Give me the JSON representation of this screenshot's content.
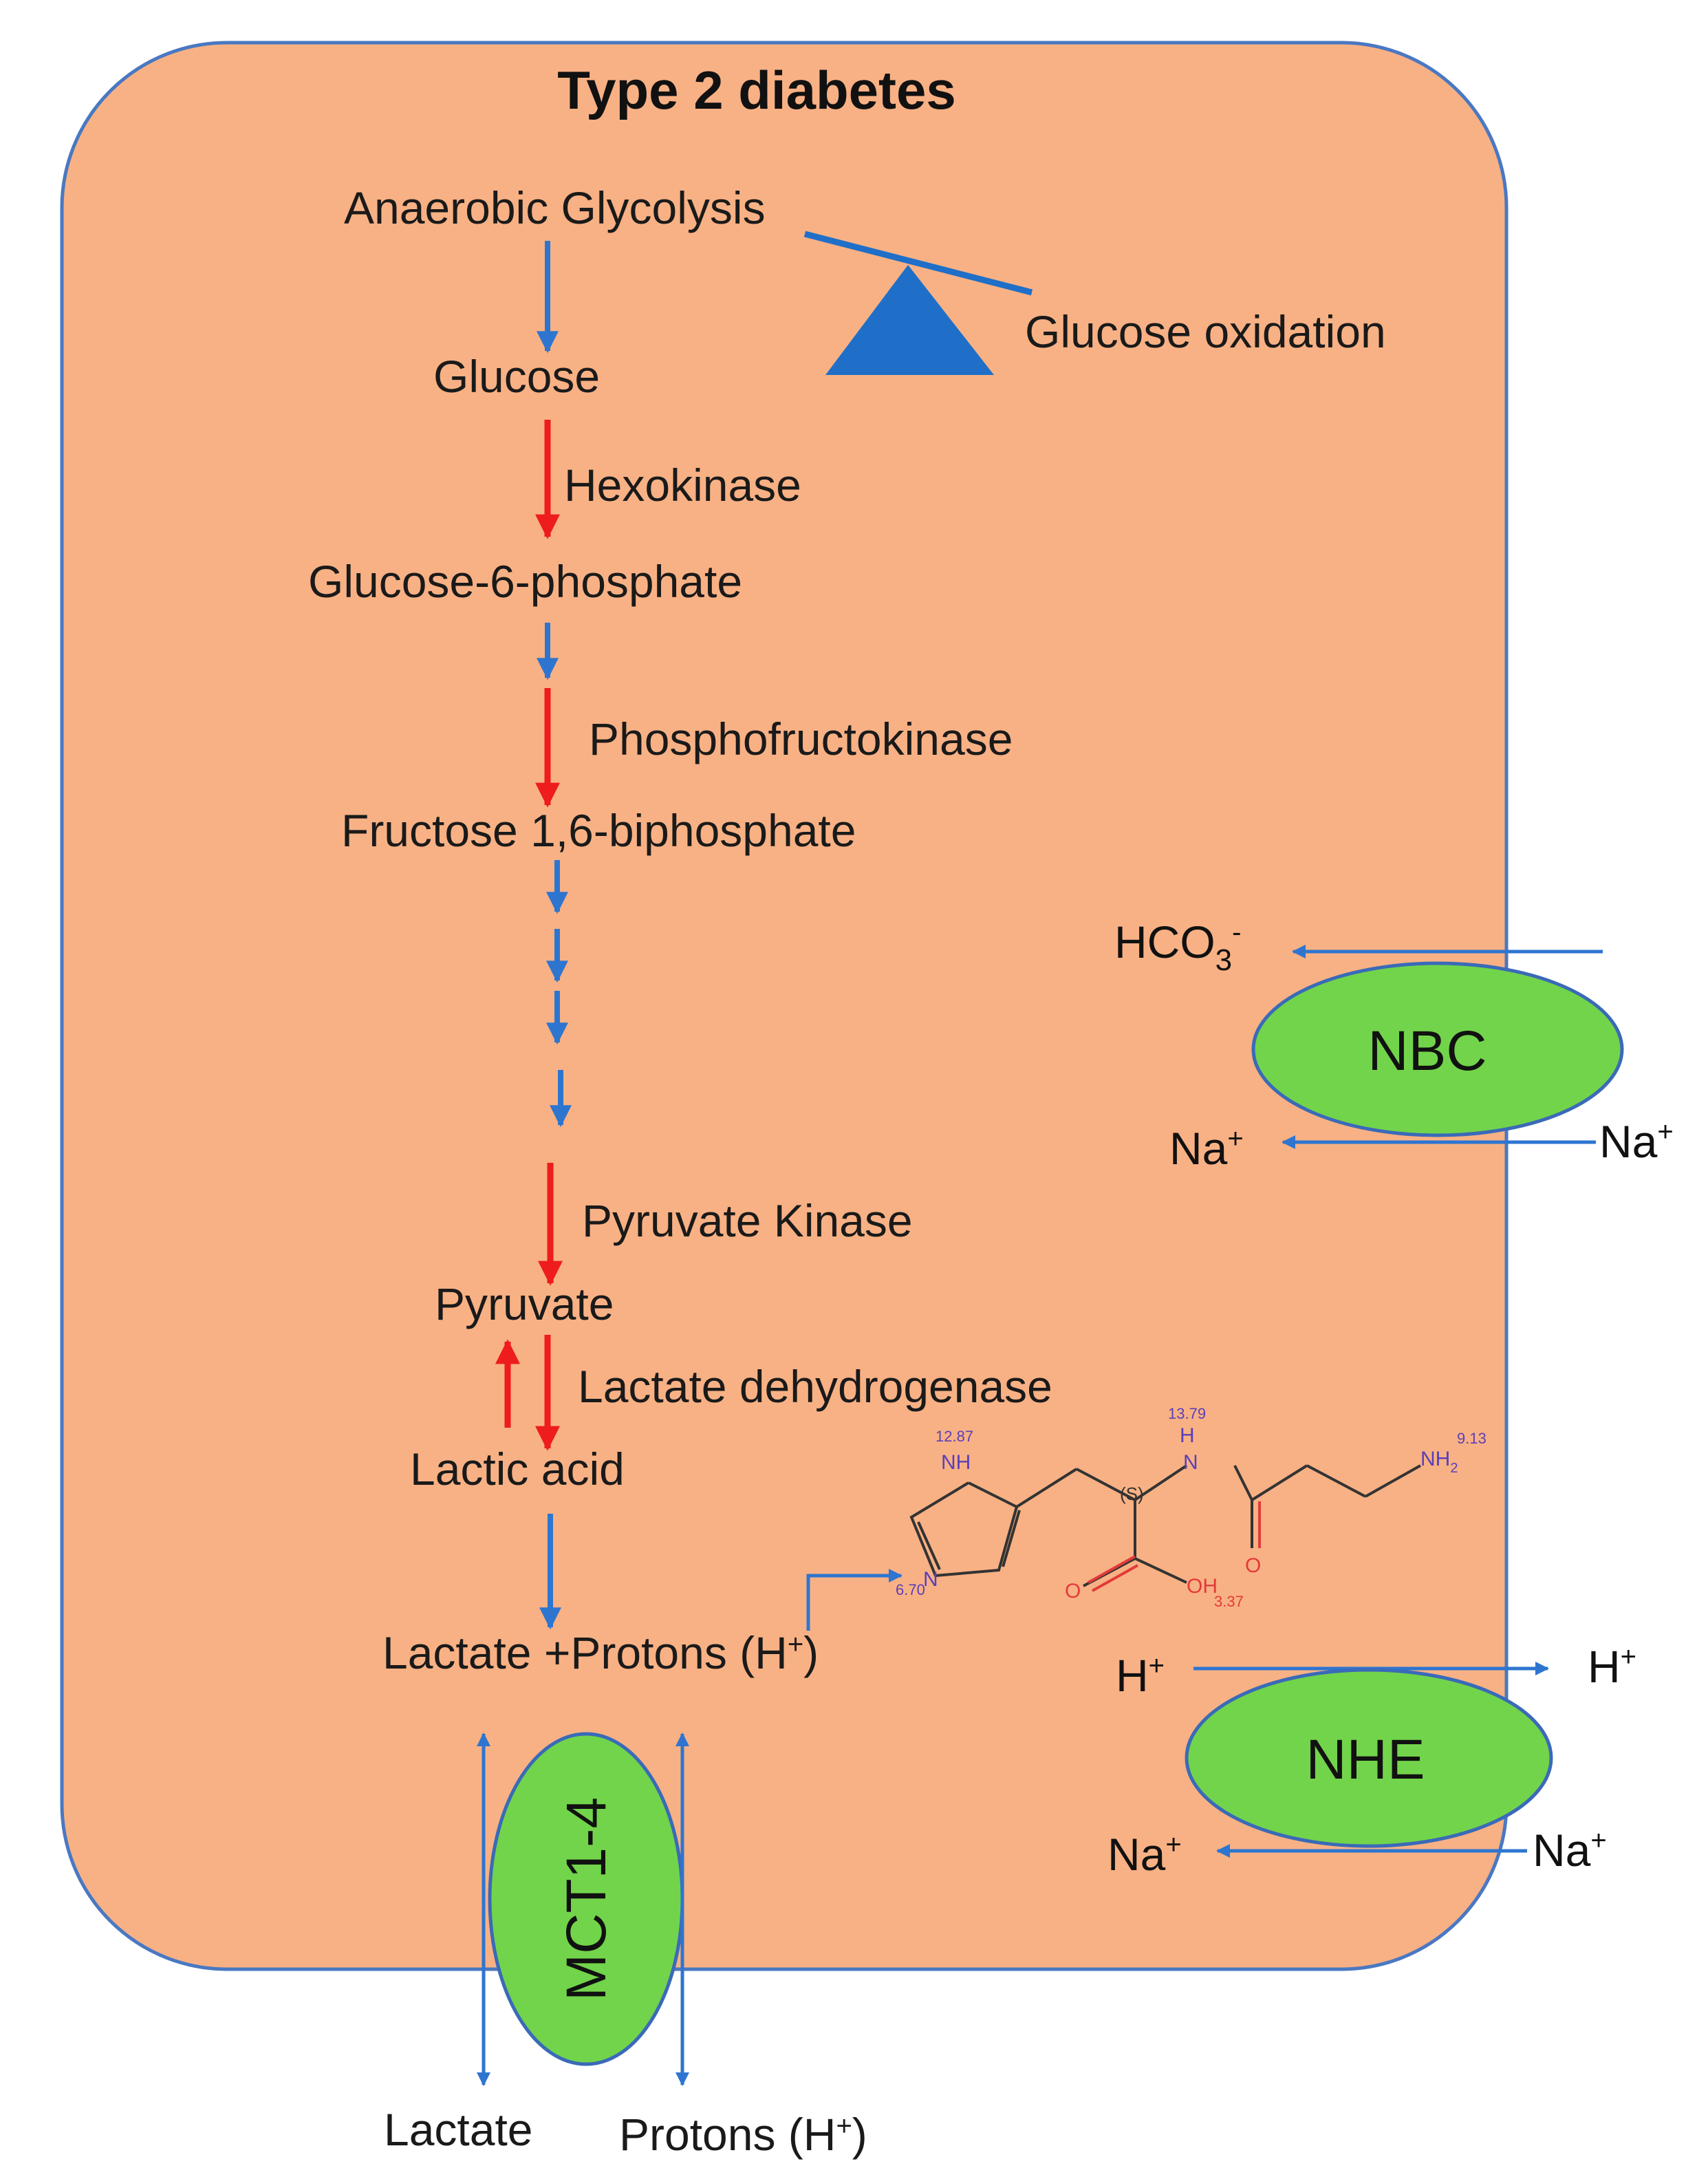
{
  "title": "Type 2 diabetes",
  "balance": {
    "left": "Anaerobic Glycolysis",
    "right": "Glucose oxidation"
  },
  "pathway": {
    "glucose": "Glucose",
    "hexokinase": "Hexokinase",
    "g6p": "Glucose-6-phosphate",
    "pfk": "Phosphofructokinase",
    "f16bp": "Fructose 1,6-biphosphate",
    "pk": "Pyruvate Kinase",
    "pyruvate": "Pyruvate",
    "ldh": "Lactate dehydrogenase",
    "lactic_acid": "Lactic acid",
    "lactate_protons": "Lactate +Protons (H",
    "plus": "+",
    "close_paren": ")"
  },
  "transporters": {
    "nbc": "NBC",
    "nhe": "NHE",
    "mct": "MCT1-4"
  },
  "ions": {
    "hco3_base": "HCO",
    "hco3_sub": "3",
    "hco3_sup": "-",
    "na": "Na",
    "h": "H",
    "plus": "+"
  },
  "outside": {
    "lactate": "Lactate",
    "protons": "Protons (H",
    "close_paren": ")"
  },
  "molecule": {
    "nh_ring": "NH",
    "n_ring": "N",
    "h_amide": "H",
    "n_amide": "N",
    "stereo": "(S)",
    "nh2": "NH",
    "nh2_sub": "2",
    "o_amide": "O",
    "o_acid": "O",
    "oh": "OH",
    "pka_nh_ring": "12.87",
    "pka_n_ring": "6.70",
    "pka_amide": "13.79",
    "pka_amine": "9.13",
    "pka_acid": "3.37"
  },
  "colors": {
    "cell": "#F8B184",
    "cell_border": "#4A78C2",
    "blue_arrow": "#2E75D0",
    "red_arrow": "#EE1C1C",
    "transporter": "#72D44A",
    "transporter_border": "#3A6AB8",
    "triangle": "#1F6FC8",
    "chem_blue": "#5A3FB8",
    "chem_red": "#E23A3A"
  }
}
